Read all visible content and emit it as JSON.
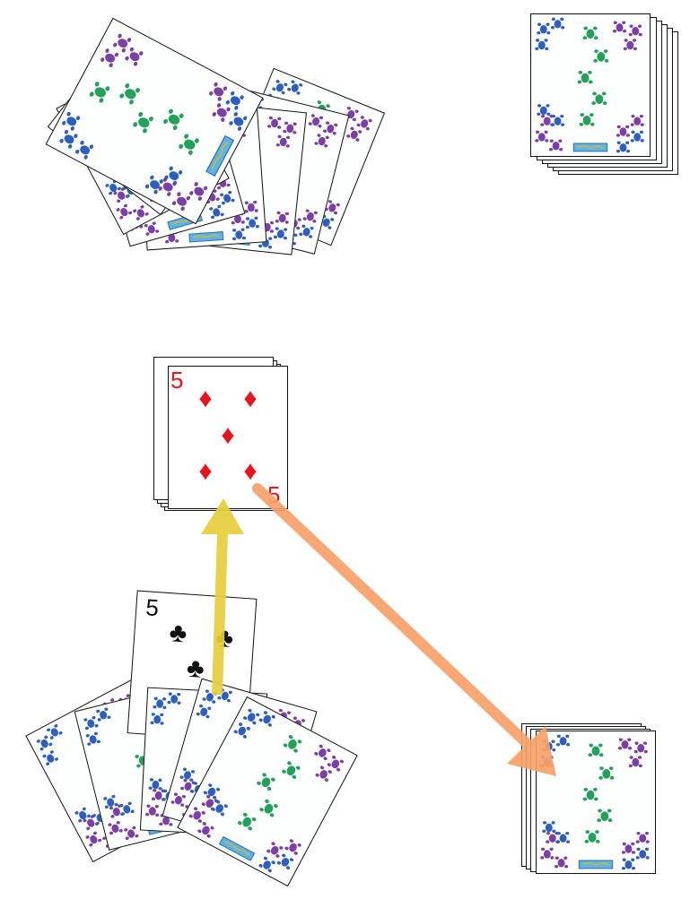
{
  "table": {
    "background": "#ffffff",
    "card_back_colors": {
      "green": "#23a05a",
      "purple": "#7b3fa5",
      "blue": "#2f5fbe",
      "badge": "#5fb3e6"
    }
  },
  "discard_pile": {
    "top_card": {
      "rank": "5",
      "suit": "diamonds",
      "suit_glyph": "♦",
      "color": "#e8141c"
    }
  },
  "held_card": {
    "rank": "5",
    "suit": "clubs",
    "suit_glyph": "♣",
    "color": "#111111"
  },
  "arrows": [
    {
      "name": "play-to-discard-arrow",
      "color": "#e8cf3c"
    },
    {
      "name": "discard-to-stock-arrow",
      "color": "#f7a16a"
    }
  ]
}
